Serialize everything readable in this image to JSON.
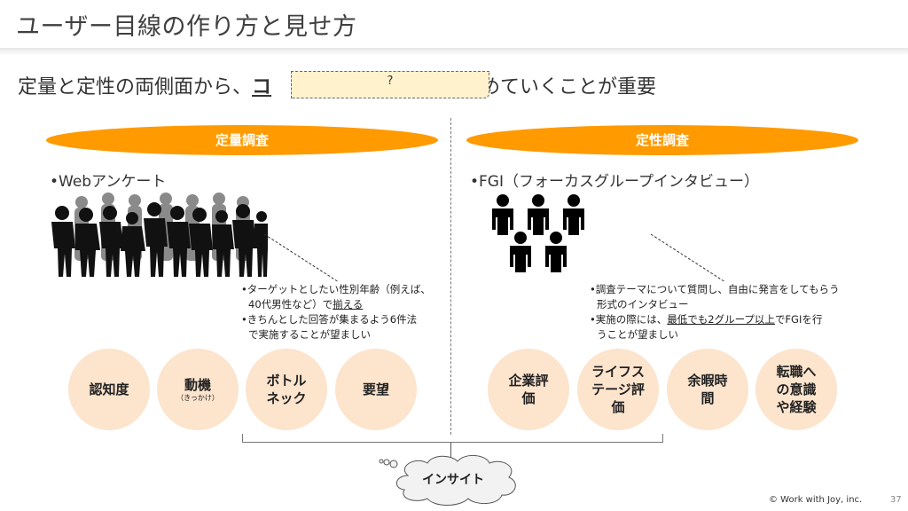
{
  "header": {
    "title": "ユーザー目線の作り方と見せ方"
  },
  "headline": {
    "prefix": "定量と定性の両側面から、",
    "underlined_partial": "コ",
    "suffix": "高めていくことが重要",
    "mask_label": "?"
  },
  "left": {
    "heading": "定量調査",
    "method": "•Webアンケート",
    "image": "crowd-silhouette",
    "notes": [
      {
        "before": "•ターゲットとしたい性別年齢（例えば、",
        "line2_before": "40代男性など）で",
        "underlined": "揃える",
        "after": ""
      },
      {
        "line1": "•きちんとした回答が集まるよう6件法",
        "line2": "で実施することが望ましい"
      }
    ],
    "circles": [
      {
        "label": "認知度"
      },
      {
        "label": "動機",
        "sub": "（きっかけ）"
      },
      {
        "label": "ボトル\nネック",
        "line1": "ボトル",
        "line2": "ネック"
      },
      {
        "label": "要望"
      }
    ]
  },
  "right": {
    "heading": "定性調査",
    "method": "•FGI（フォーカスグループインタビュー）",
    "image": "group-people-icon",
    "notes": [
      {
        "line1": "•調査テーマについて質問し、自由に発言をしてもらう",
        "line2": "形式のインタビュー"
      },
      {
        "before": "•実施の際には、",
        "underlined": "最低でも2グループ以上",
        "after": "でFGIを行",
        "line2": "うことが望ましい"
      }
    ],
    "circles": [
      {
        "line1": "企業評",
        "line2": "価"
      },
      {
        "line1": "ライフス",
        "line2": "テージ評",
        "line3": "価"
      },
      {
        "line1": "余暇時",
        "line2": "間"
      },
      {
        "line1": "転職へ",
        "line2": "の意識",
        "line3": "や経験"
      }
    ]
  },
  "insight": {
    "label": "インサイト"
  },
  "footer": {
    "copyright": "© Work with Joy, inc.",
    "page": "37"
  },
  "colors": {
    "accent": "#ff9a00",
    "circle": "#fce4cd",
    "mask": "#fff2cc"
  }
}
